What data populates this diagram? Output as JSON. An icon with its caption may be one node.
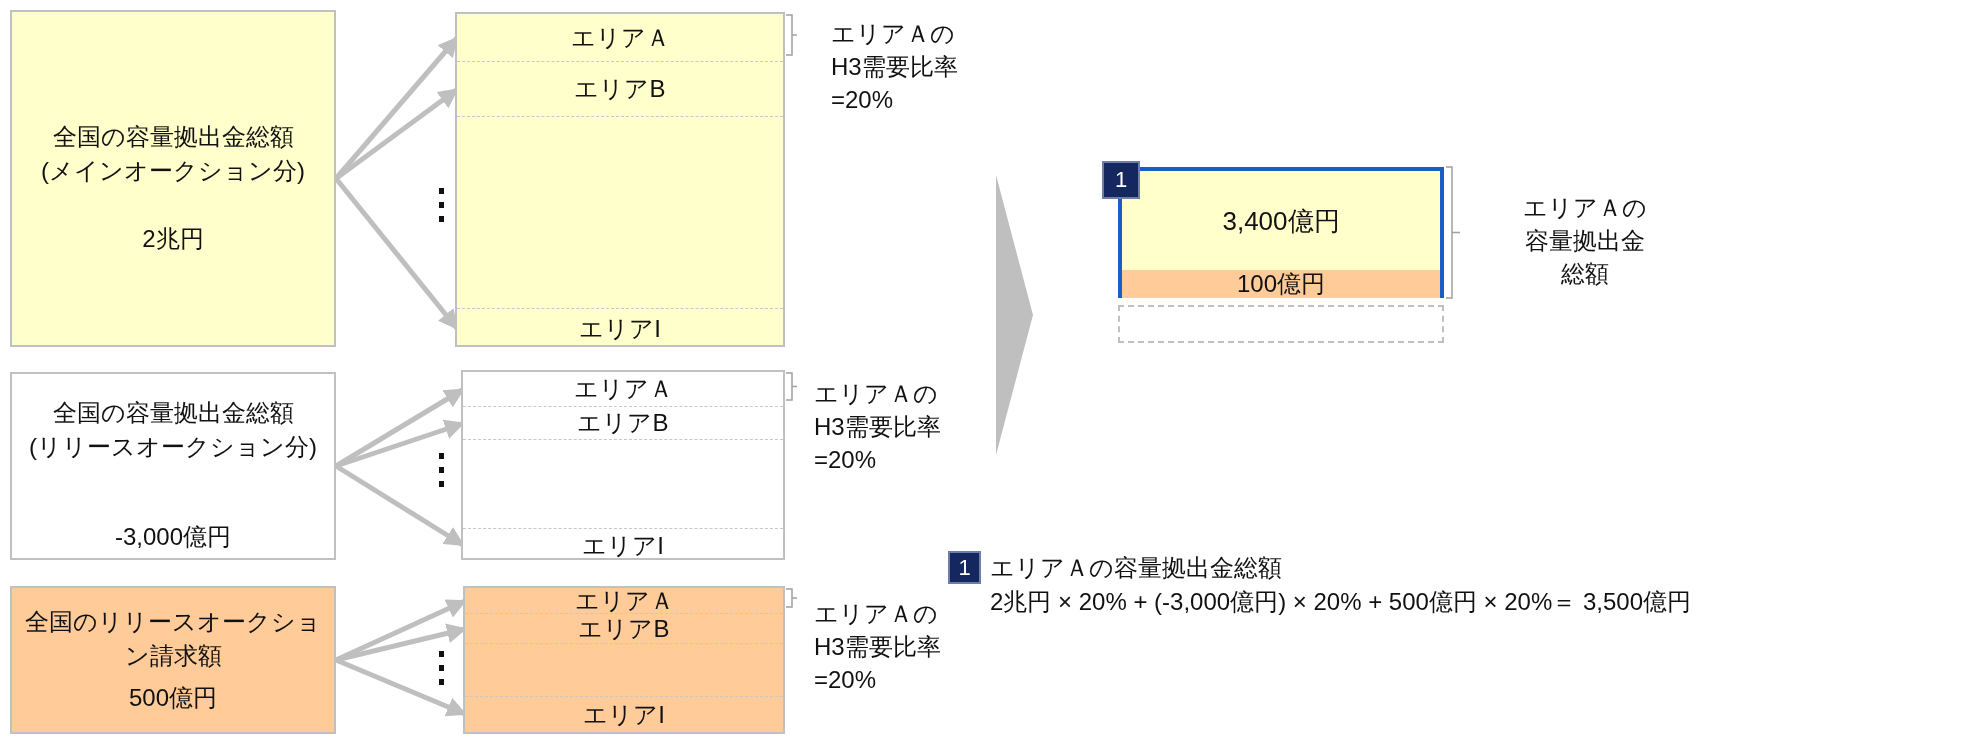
{
  "diagram": {
    "nodes": [
      {
        "text": [
          "全国の容量拠出金総額(メインオークション分)",
          "2兆円"
        ]
      },
      {
        "text": [],
        "shape": "box"
      },
      {
        "text": [
          "エリアＡ"
        ],
        "in": 1,
        "beside": [
          "エリアＡのH3需要比率=20%"
        ]
      },
      {
        "text": [
          "エリアB"
        ],
        "in": 1
      },
      {
        "text": [
          "エリアI"
        ],
        "in": 1
      },
      {
        "text": [
          "全国の容量拠出金総額(リリースオークション分)",
          "-3,000億円"
        ]
      },
      {
        "text": [],
        "shape": "box"
      },
      {
        "text": [
          "エリアＡ"
        ],
        "in": 6,
        "beside": [
          "エリアＡのH3需要比率=20%"
        ]
      },
      {
        "text": [
          "エリアB"
        ],
        "in": 6
      },
      {
        "text": [
          "エリアI"
        ],
        "in": 6
      },
      {
        "text": [
          "全国のリリースオークション請求額",
          "500億円"
        ]
      },
      {
        "text": [],
        "shape": "box"
      },
      {
        "text": [
          "エリアＡ"
        ],
        "in": 11,
        "beside": [
          "エリアＡのH3需要比率=20%"
        ]
      },
      {
        "text": [
          "エリアB"
        ],
        "in": 11
      },
      {
        "text": [
          "エリアI"
        ],
        "in": 11
      },
      {
        "text": [],
        "shape": "box",
        "beside": [
          "エリアＡの容量拠出金総額"
        ]
      },
      {
        "text": [
          "1"
        ]
      },
      {
        "text": [
          "3,400億円"
        ],
        "in": 15
      },
      {
        "text": [
          "100億円"
        ],
        "in": 15
      },
      {
        "text": [],
        "shape": "box"
      },
      {
        "text": [
          "1"
        ]
      }
    ],
    "edges": [
      {
        "from": 0,
        "to": 2,
        "arrow": "to"
      },
      {
        "from": 0,
        "to": 3,
        "arrow": "to"
      },
      {
        "from": 0,
        "to": 4,
        "arrow": "to"
      },
      {
        "from": 5,
        "to": 7,
        "arrow": "to"
      },
      {
        "from": 5,
        "to": 8,
        "arrow": "to"
      },
      {
        "from": 5,
        "to": 9,
        "arrow": "to"
      },
      {
        "from": 10,
        "to": 12,
        "arrow": "to"
      },
      {
        "from": 10,
        "to": 13,
        "arrow": "to"
      },
      {
        "from": 10,
        "to": 14,
        "arrow": "to"
      }
    ],
    "labels": [
      "エリアＡの容量拠出金総額",
      "2兆円 × 20% + (-3,000億円) × 20% + 500億円 × 20%＝ 3,500億円"
    ]
  }
}
